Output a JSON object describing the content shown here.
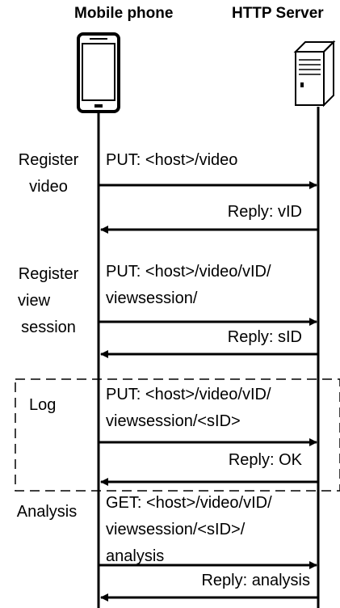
{
  "actors": {
    "phone": "Mobile phone",
    "server": "HTTP Server"
  },
  "phases": [
    {
      "label_lines": [
        "Register",
        "video"
      ],
      "request_lines": [
        "PUT: <host>/video"
      ],
      "reply": "Reply: vID"
    },
    {
      "label_lines": [
        "Register",
        "view",
        "session"
      ],
      "request_lines": [
        "PUT: <host>/video/vID/",
        "viewsession/"
      ],
      "reply": "Reply: sID"
    },
    {
      "label_lines": [
        "Log"
      ],
      "request_lines": [
        "PUT: <host>/video/vID/",
        "viewsession/<sID>"
      ],
      "reply": "Reply: OK"
    },
    {
      "label_lines": [
        "Analysis"
      ],
      "request_lines": [
        "GET: <host>/video/vID/",
        "viewsession/<sID>/",
        "analysis"
      ],
      "reply": "Reply: analysis"
    }
  ]
}
